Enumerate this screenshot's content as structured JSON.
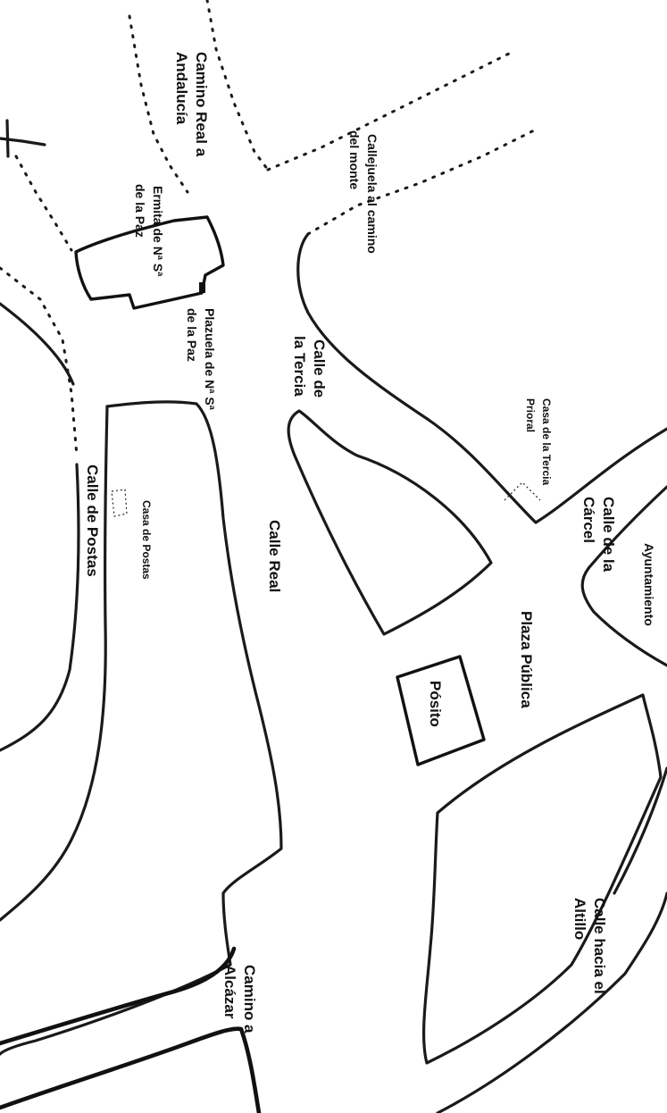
{
  "labels": {
    "camino_real_andalucia": [
      "Camino Real a",
      "Andalucía"
    ],
    "callejuela": [
      "Callejuela al camino",
      "del monte"
    ],
    "ermita": [
      "Ermita de Nª Sª",
      "de la Paz"
    ],
    "plazuela": [
      "Plazuela de Nª Sª",
      "de la Paz"
    ],
    "calle_tercia": [
      "Calle de",
      "la Tercia"
    ],
    "casa_tercia": [
      "Casa de la Tercia",
      "Prioral"
    ],
    "calle_carcel": [
      "Calle de la",
      "Cárcel"
    ],
    "ayuntamiento": "Ayuntamiento",
    "calle_postas": "Calle de Postas",
    "casa_postas": "Casa de Postas",
    "calle_real": "Calle Real",
    "plaza_publica": "Plaza Pública",
    "posito": "Pósito",
    "calle_altillo": [
      "Calle hacia el",
      "Altillo"
    ],
    "camino_alcazar": [
      "Camino a",
      "Alcázar"
    ]
  }
}
